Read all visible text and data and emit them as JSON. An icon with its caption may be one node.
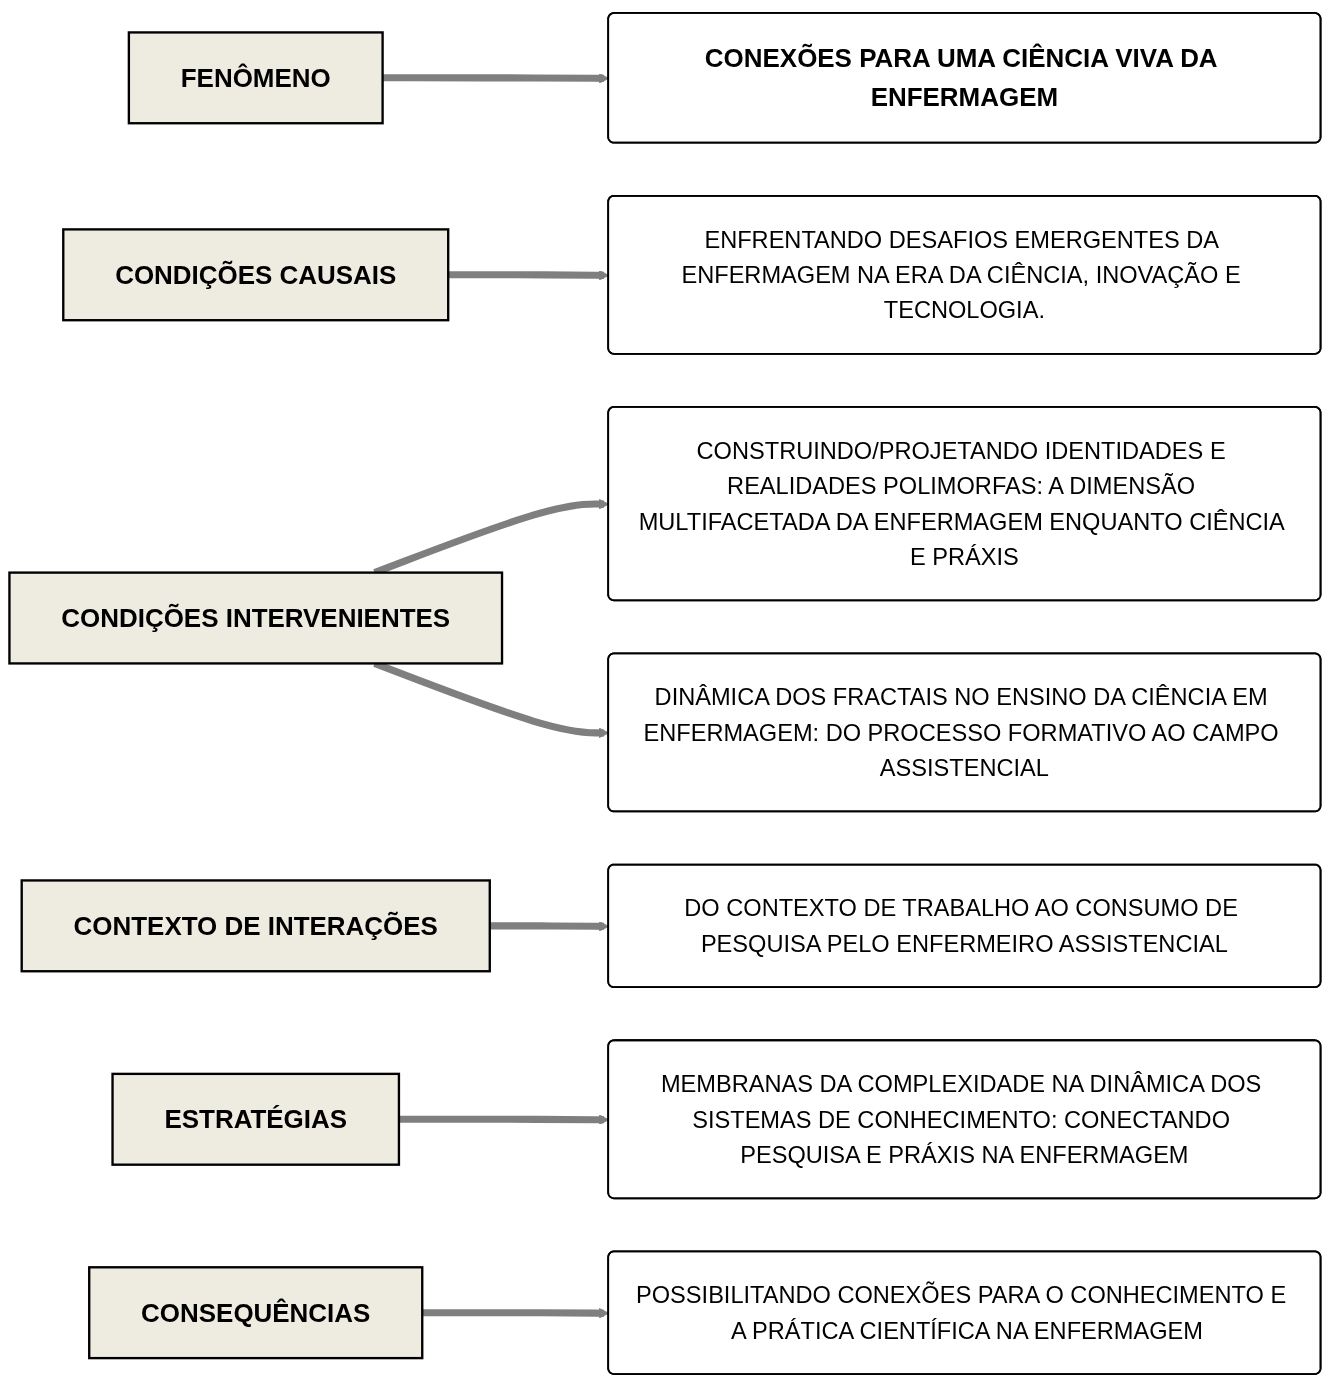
{
  "diagram": {
    "nodes": [
      {
        "text": [
          "FENÔMENO"
        ]
      },
      {
        "text": [
          "CONEXÕES PARA UMA CIÊNCIA VIVA DA ENFERMAGEM"
        ]
      },
      {
        "text": [
          "CONDIÇÕES CAUSAIS"
        ]
      },
      {
        "text": [
          "ENFRENTANDO DESAFIOS EMERGENTES DA ENFERMAGEM NA ERA DA CIÊNCIA, INOVAÇÃO E TECNOLOGIA."
        ]
      },
      {
        "text": [
          "CONDIÇÕES INTERVENIENTES"
        ]
      },
      {
        "text": [
          "CONSTRUINDO/PROJETANDO IDENTIDADES E REALIDADES POLIMORFAS: A DIMENSÃO MULTIFACETADA DA ENFERMAGEM ENQUANTO CIÊNCIA E PRÁXIS"
        ]
      },
      {
        "text": [
          "DINÂMICA DOS FRACTAIS NO ENSINO DA CIÊNCIA EM ENFERMAGEM: DO PROCESSO FORMATIVO AO CAMPO ASSISTENCIAL"
        ]
      },
      {
        "text": [
          "CONTEXTO DE INTERAÇÕES"
        ]
      },
      {
        "text": [
          "DO CONTEXTO DE TRABALHO AO CONSUMO DE PESQUISA PELO ENFERMEIRO ASSISTENCIAL"
        ]
      },
      {
        "text": [
          "ESTRATÉGIAS"
        ]
      },
      {
        "text": [
          "MEMBRANAS DA COMPLEXIDADE NA DINÂMICA DOS SISTEMAS DE CONHECIMENTO: CONECTANDO PESQUISA E PRÁXIS NA ENFERMAGEM"
        ]
      },
      {
        "text": [
          "CONSEQUÊNCIAS"
        ]
      },
      {
        "text": [
          "POSSIBILITANDO CONEXÕES PARA O CONHECIMENTO E  A PRÁTICA CIENTÍFICA NA ENFERMAGEM"
        ]
      }
    ],
    "edges": [
      {
        "from": 0,
        "to": 1,
        "arrow": "to"
      },
      {
        "from": 2,
        "to": 3,
        "arrow": "to"
      },
      {
        "from": 4,
        "to": 5,
        "arrow": "to"
      },
      {
        "from": 4,
        "to": 6,
        "arrow": "to"
      },
      {
        "from": 7,
        "to": 8,
        "arrow": "to"
      },
      {
        "from": 9,
        "to": 10,
        "arrow": "to"
      },
      {
        "from": 11,
        "to": 12,
        "arrow": "to"
      }
    ]
  }
}
